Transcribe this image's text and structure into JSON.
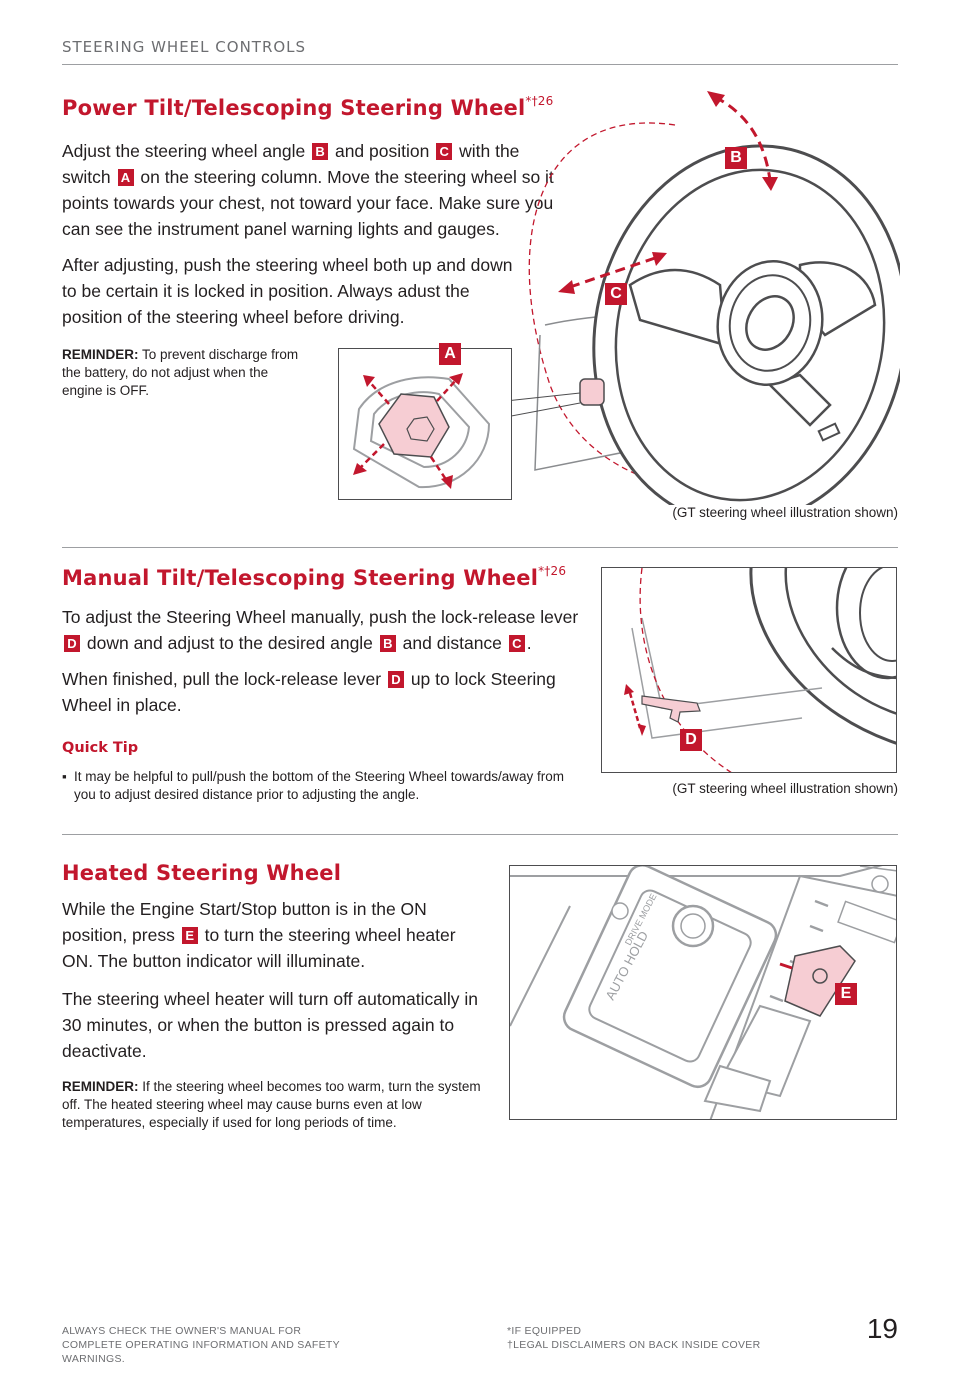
{
  "header": "STEERING WHEEL CONTROLS",
  "power": {
    "title": "Power Tilt/Telescoping Steering Wheel",
    "title_sup": "*†26",
    "p1_part1": "Adjust the steering wheel angle",
    "p1_b": "B",
    "p1_part2": "and position",
    "p1_c": "C",
    "p1_part3": "with the switch",
    "p1_a": "A",
    "p1_part4": "on the steering column. Move the steering wheel so it points towards your chest, not toward your face. Make sure you can see the instrument panel warning lights and gauges.",
    "p2": "After adjusting, push the steering wheel both up and down to be certain it is locked in position. Always adust the position of the steering wheel before driving.",
    "reminder_label": "REMINDER:",
    "reminder_text": "To prevent discharge from the battery, do not adjust when the engine is OFF.",
    "caption": "(GT steering wheel illustration shown)",
    "callout_a": "A",
    "callout_b": "B",
    "callout_c": "C"
  },
  "manual": {
    "title": "Manual Tilt/Telescoping Steering Wheel",
    "title_sup": "*†26",
    "p1_part1": "To adjust the Steering Wheel manually, push the lock-release lever",
    "p1_d": "D",
    "p1_part2": "down and adjust to the desired angle",
    "p1_b": "B",
    "p1_part3": "and distance",
    "p1_c": "C",
    "p1_part4": ".",
    "p2_part1": "When finished, pull the lock-release lever",
    "p2_d": "D",
    "p2_part2": "up to lock Steering Wheel in place.",
    "quick_tip_title": "Quick Tip",
    "quick_tip_text": "It may be helpful to pull/push the bottom of the Steering Wheel towards/away from you to adjust desired distance prior to adjusting the angle.",
    "caption": "(GT steering wheel illustration shown)",
    "callout_d": "D"
  },
  "heated": {
    "title": "Heated Steering Wheel",
    "p1_part1": "While the Engine Start/Stop button is in the ON position, press",
    "p1_e": "E",
    "p1_part2": "to turn the steering wheel heater ON. The button indicator will illuminate.",
    "p2": "The steering wheel heater will turn off automatically in 30 minutes, or when the button is pressed again to deactivate.",
    "reminder_label": "REMINDER:",
    "reminder_text": "If the steering wheel becomes too warm, turn the system off. The heated steering wheel may cause burns even at low temperatures, especially if used for long periods of time.",
    "callout_e": "E",
    "label_drive_mode": "DRIVE MODE",
    "label_auto_hold": "AUTO HOLD"
  },
  "footer": {
    "left": "ALWAYS CHECK THE OWNER'S MANUAL FOR COMPLETE OPERATING INFORMATION AND SAFETY WARNINGS.",
    "middle_line1": "*IF EQUIPPED",
    "middle_line2": "†LEGAL DISCLAIMERS ON BACK INSIDE COVER",
    "page_number": "19"
  },
  "colors": {
    "accent": "#c2172d",
    "text": "#231f20",
    "gray": "#6d6e71",
    "pink_fill": "#f6cdd3"
  }
}
